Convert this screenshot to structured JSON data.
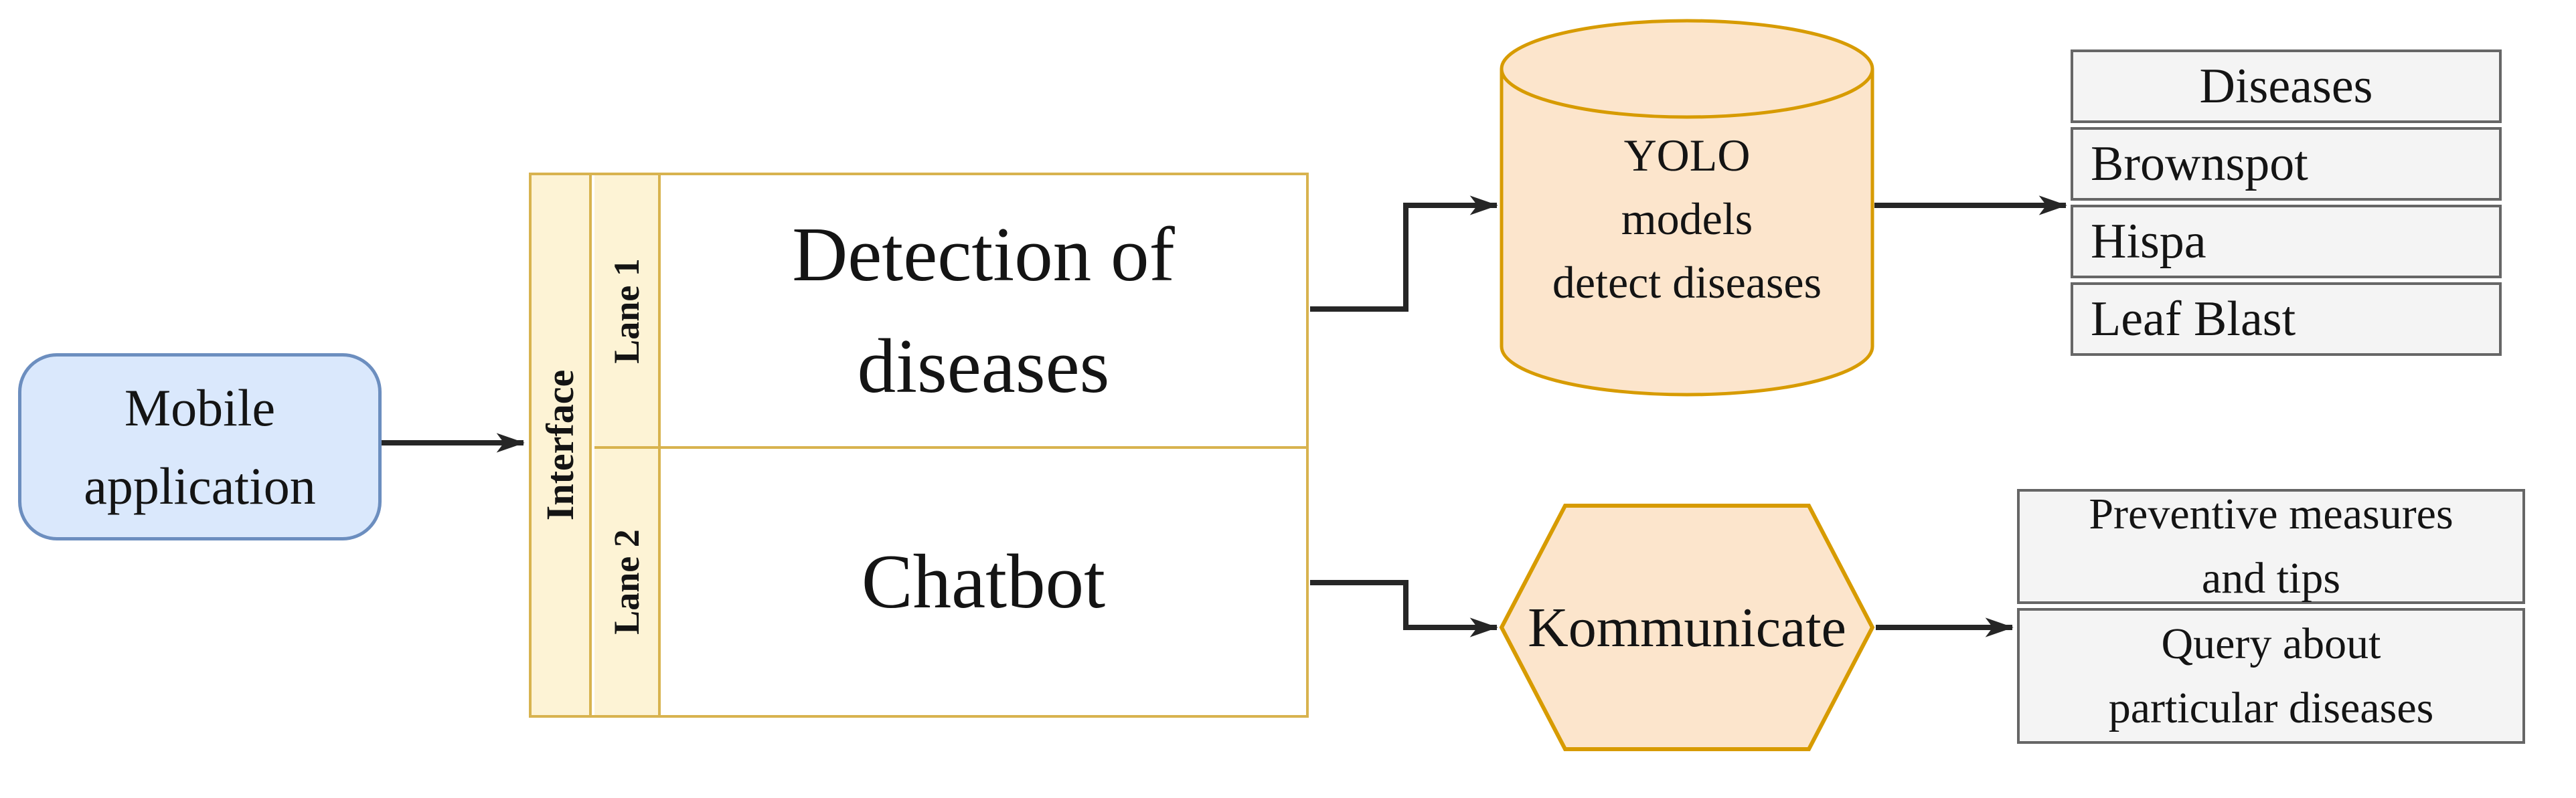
{
  "nodes": {
    "mobile_app": {
      "label": "Mobile\napplication"
    },
    "interface_swimlane": {
      "title": "Interface",
      "lanes": [
        {
          "label": "Lane 1",
          "content": "Detection of\ndiseases"
        },
        {
          "label": "Lane 2",
          "content": "Chatbot"
        }
      ]
    },
    "yolo_db": {
      "label": "YOLO\nmodels\ndetect diseases"
    },
    "diseases_table": {
      "header": "Diseases",
      "rows": [
        "Brownspot",
        "Hispa",
        "Leaf Blast"
      ]
    },
    "kommunicate": {
      "label": "Kommunicate"
    },
    "chatbot_results_table": {
      "rows": [
        "Preventive measures\nand tips",
        "Query about\nparticular diseases"
      ]
    }
  },
  "colors": {
    "blue_fill": "#dae8fc",
    "blue_stroke": "#6c8ebf",
    "yellow_fill": "#fdf3d5",
    "yellow_stroke": "#d8b34f",
    "orange_fill": "#fce5cc",
    "orange_stroke": "#d79b00",
    "gray_fill": "#f4f4f4",
    "gray_stroke": "#666666",
    "arrow": "#262626",
    "text": "#141414",
    "background": "#ffffff"
  }
}
